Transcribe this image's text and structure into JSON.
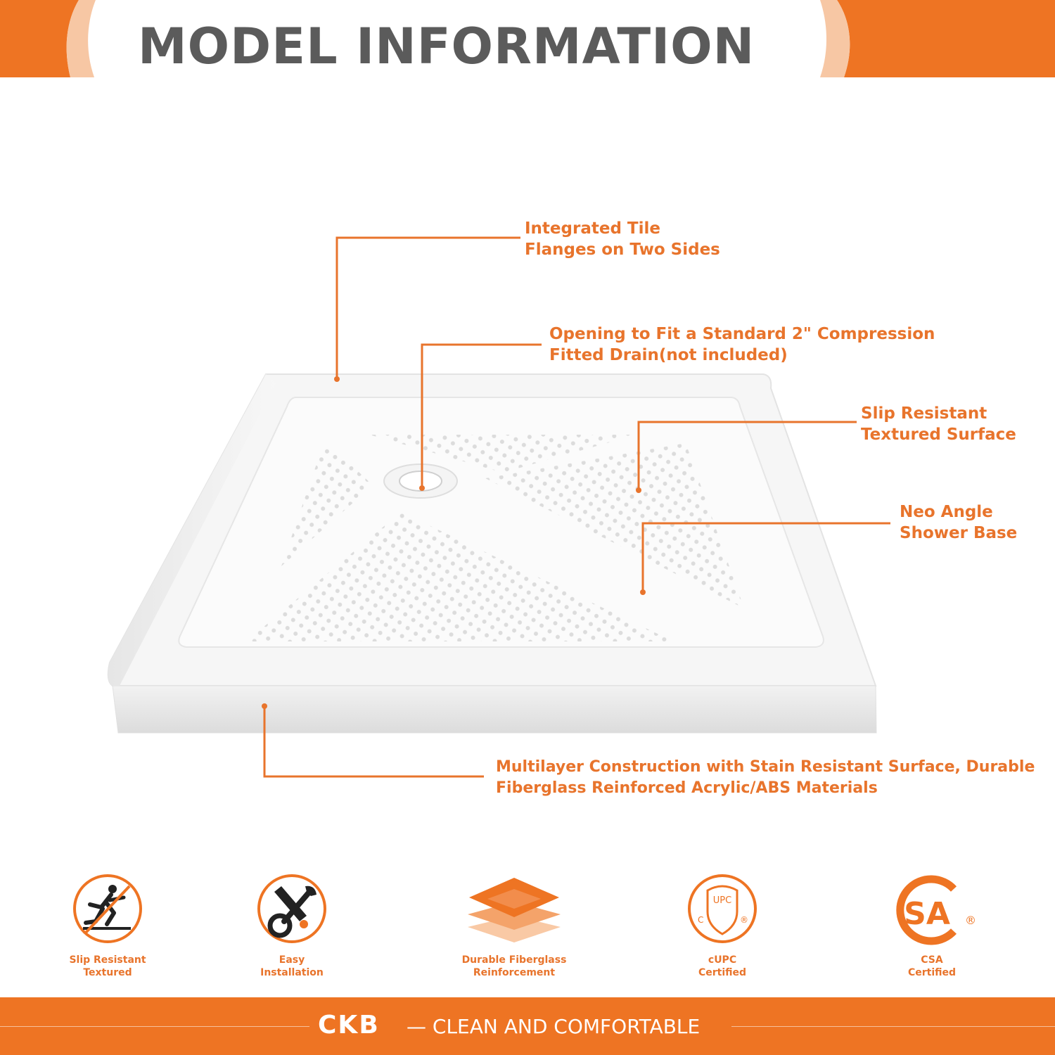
{
  "header": {
    "title": "MODEL INFORMATION"
  },
  "callouts": {
    "tile_flanges": [
      "Integrated Tile",
      "Flanges on Two Sides"
    ],
    "drain_opening": [
      "Opening to Fit a Standard 2\" Compression",
      "Fitted Drain(not included)"
    ],
    "slip_surface": [
      "Slip Resistant",
      "Textured Surface"
    ],
    "neo_angle": [
      "Neo Angle",
      "Shower Base"
    ],
    "construction": [
      "Multilayer Construction with Stain Resistant Surface, Durable",
      "Fiberglass Reinforced Acrylic/ABS Materials"
    ]
  },
  "features": [
    {
      "line1": "Slip Resistant",
      "line2": "Textured",
      "icon": "slip-resistant-icon"
    },
    {
      "line1": "Easy",
      "line2": "Installation",
      "icon": "tools-icon"
    },
    {
      "line1": "Durable Fiberglass",
      "line2": "Reinforcement",
      "icon": "layers-icon"
    },
    {
      "line1": "cUPC",
      "line2": "Certified",
      "icon": "cupc-icon"
    },
    {
      "line1": "CSA",
      "line2": "Certified",
      "icon": "csa-icon"
    }
  ],
  "footer": {
    "brand": "CKB",
    "tagline": "— CLEAN AND COMFORTABLE"
  },
  "colors": {
    "accent": "#ee7423",
    "callout": "#e8742c",
    "title": "#5b5b5b",
    "background": "#ffffff"
  }
}
